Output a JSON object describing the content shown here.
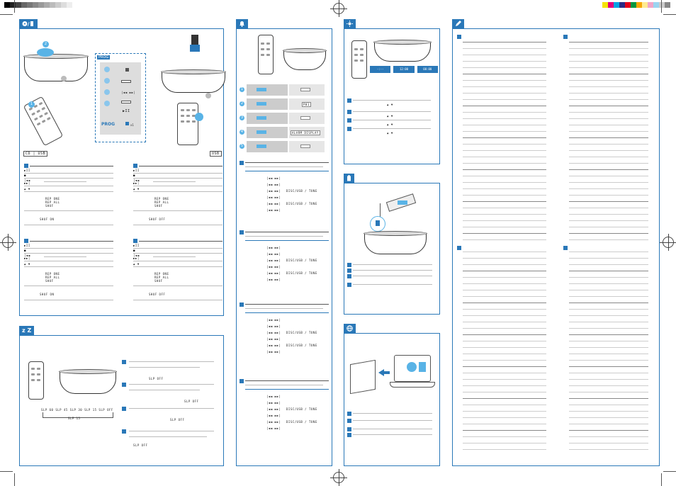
{
  "panels": {
    "play": {
      "icon": "disc-and-usb-icon"
    },
    "alarm": {
      "icon": "bell-icon"
    },
    "sleep": {
      "label": "z Z",
      "sleep_off": "SLP OFF",
      "sleep_time": "SLP 15",
      "sleep_range": "SLP  60 SLP 45 SLP 30 SLP 15 SLP OFF"
    },
    "brightness": {
      "icon": "sun-icon"
    },
    "charge": {
      "icon": "battery-icon"
    },
    "web": {
      "icon": "globe-icon"
    },
    "spec": {
      "icon": "pen-icon"
    }
  },
  "prog_box": {
    "title": "PROG",
    "logo": "PROG",
    "x1": "x1"
  },
  "mode_tags": {
    "left": "CD | USB",
    "right": "USB"
  },
  "lcd": {
    "rep_one": "REP ONE",
    "rep_all": "REP ALL",
    "shuf": "SHUF",
    "shuf_on": "SHUF ON",
    "shuf_off": "SHUF OFF",
    "disc_tune": "DISC/USB / TUNE",
    "alarm_disp": "ALARM DISPLAY",
    "prog_p": "P01",
    "dim_seq": [
      "-:--",
      "12:00",
      "00:00"
    ]
  }
}
